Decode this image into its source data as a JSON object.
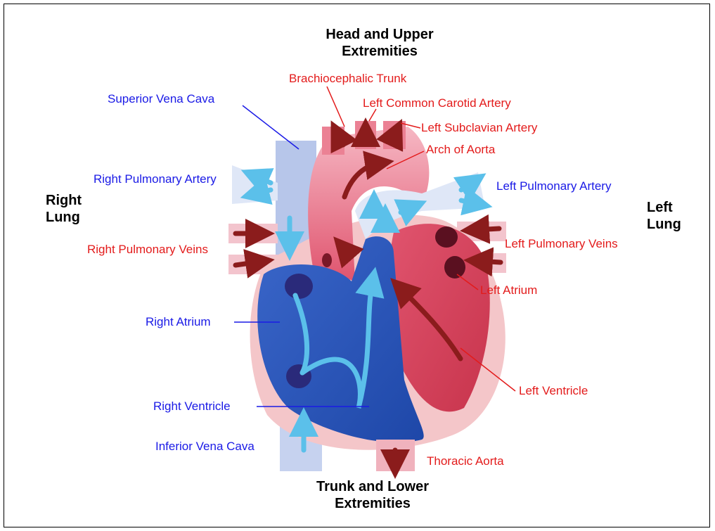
{
  "regions": {
    "head": "Head and Upper\nExtremities",
    "trunk": "Trunk and Lower\nExtremities",
    "right_lung": "Right\nLung",
    "left_lung": "Left\nLung"
  },
  "labels": {
    "superior_vena_cava": "Superior Vena Cava",
    "right_pulmonary_artery": "Right Pulmonary Artery",
    "right_pulmonary_veins": "Right Pulmonary Veins",
    "right_atrium": "Right Atrium",
    "right_ventricle": "Right Ventricle",
    "inferior_vena_cava": "Inferior Vena Cava",
    "brachiocephalic_trunk": "Brachiocephalic Trunk",
    "left_common_carotid_artery": "Left Common Carotid Artery",
    "left_subclavian_artery": "Left Subclavian Artery",
    "arch_of_aorta": "Arch of Aorta",
    "left_pulmonary_artery": "Left Pulmonary Artery",
    "left_pulmonary_veins": "Left Pulmonary Veins",
    "left_atrium": "Left Atrium",
    "left_ventricle": "Left Ventricle",
    "thoracic_aorta": "Thoracic Aorta"
  },
  "colors": {
    "deoxygenated_label": "#1a1ae6",
    "oxygenated_label": "#e31b1b",
    "blood_arrow_red": "#8b1c1c",
    "blood_arrow_blue": "#5bc0ea"
  }
}
